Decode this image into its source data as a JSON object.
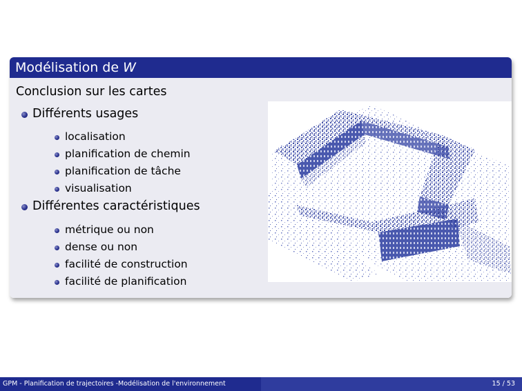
{
  "block": {
    "title_prefix": "Modélisation de",
    "title_var": "W",
    "heading": "Conclusion sur les cartes",
    "sections": [
      {
        "label": "Différents usages",
        "items": [
          "localisation",
          "planification de chemin",
          "planification de tâche",
          "visualisation"
        ]
      },
      {
        "label": "Différentes caractéristiques",
        "items": [
          "métrique ou non",
          "dense ou non",
          "facilité de construction",
          "facilité de planification"
        ]
      }
    ]
  },
  "footer": {
    "left": "GPM - Planification de trajectoires -Modélisation de l'environnement",
    "page_current": "15",
    "page_separator": "/",
    "page_total": "53"
  },
  "colors": {
    "block_title_bg": "#1f2b8f",
    "block_body_bg": "#ebebf2",
    "point_cloud": "#2a3a9e"
  }
}
